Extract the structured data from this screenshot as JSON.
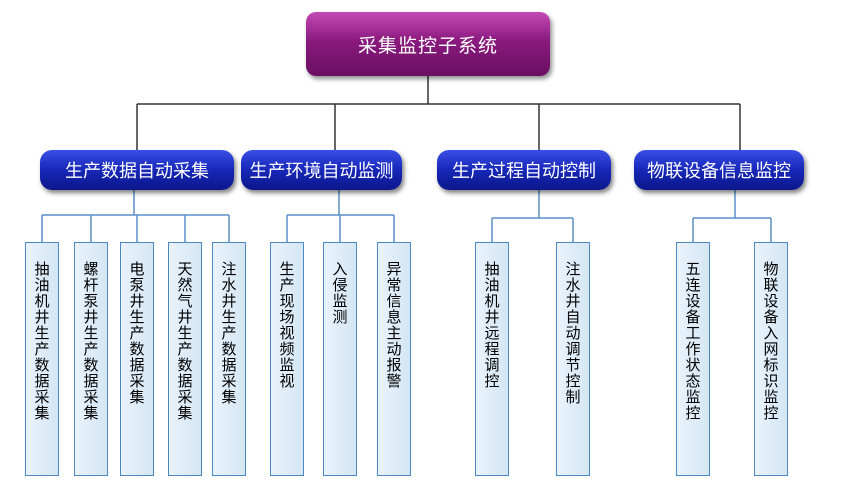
{
  "root": {
    "label": "采集监控子系统"
  },
  "categories": [
    {
      "label": "生产数据自动采集",
      "items": [
        "抽油机井生产数据采集",
        "螺杆泵井生产数据采集",
        "电泵井生产数据采集",
        "天然气井生产数据采集",
        "注水井生产数据采集"
      ]
    },
    {
      "label": "生产环境自动监测",
      "items": [
        "生产现场视频监视",
        "入侵监测",
        "异常信息主动报警"
      ]
    },
    {
      "label": "生产过程自动控制",
      "items": [
        "抽油机井远程调控",
        "注水井自动调节控制"
      ]
    },
    {
      "label": "物联设备信息监控",
      "items": [
        "五连设备工作状态监控",
        "物联设备入网标识监控"
      ]
    }
  ],
  "colors": {
    "root": "#8a1a7e",
    "category": "#1727b8",
    "leaf_fill": "#dfeef9",
    "leaf_border": "#4e88c2",
    "connector": "#333333"
  }
}
